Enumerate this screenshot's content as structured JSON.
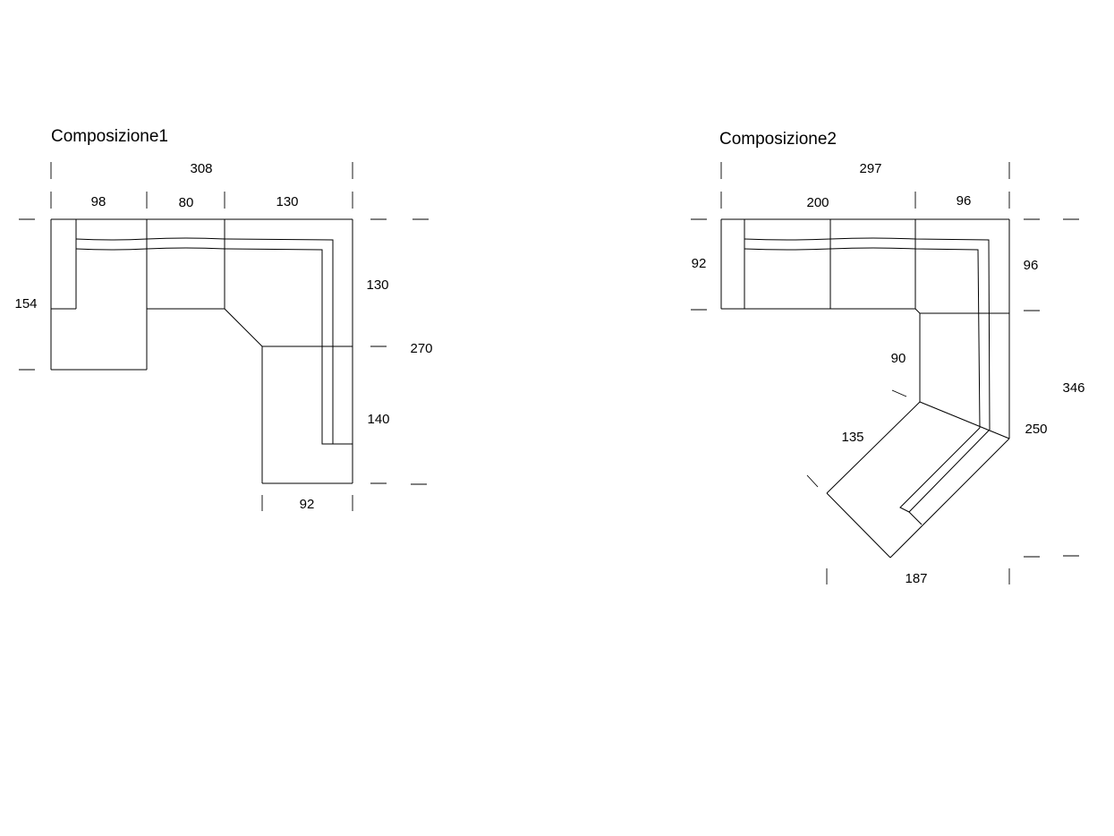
{
  "composizione1": {
    "title": "Composizione1",
    "dims": {
      "total_width": "308",
      "module_1": "98",
      "module_2": "80",
      "module_3": "130",
      "left_depth": "154",
      "right_upper": "130",
      "right_total": "270",
      "right_lower": "140",
      "bottom_width": "92"
    }
  },
  "composizione2": {
    "title": "Composizione2",
    "dims": {
      "total_width": "297",
      "module_a": "200",
      "module_b": "96",
      "left_depth": "92",
      "right_upper": "96",
      "inner_depth": "90",
      "total_height": "346",
      "diag_depth": "135",
      "diag_length": "250",
      "bottom_width": "187"
    }
  },
  "colors": {
    "line": "#000000",
    "background": "#ffffff"
  }
}
